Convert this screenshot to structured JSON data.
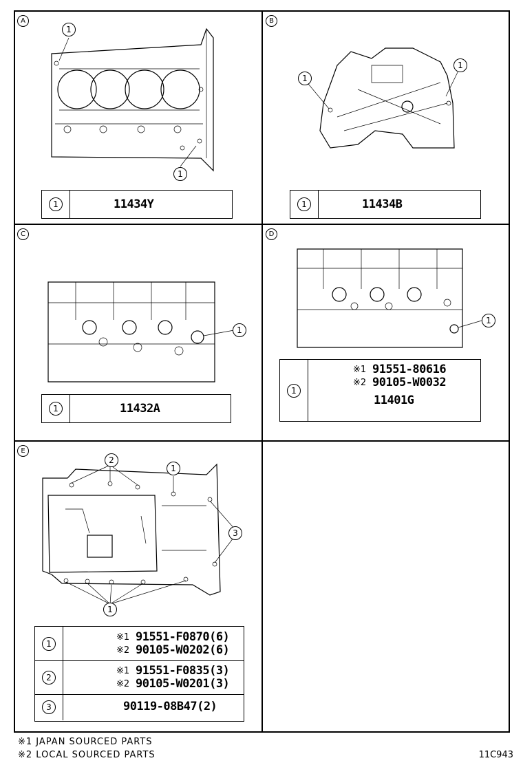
{
  "panels": {
    "A": {
      "letter": "A",
      "callout": "1",
      "part": "11434Y"
    },
    "B": {
      "letter": "B",
      "callout": "1",
      "part": "11434B"
    },
    "C": {
      "letter": "C",
      "callout": "1",
      "part": "11432A"
    },
    "D": {
      "letter": "D",
      "callout": "1",
      "mark1": "※1",
      "part1": "91551-80616",
      "mark2": "※2",
      "part2": "90105-W0032",
      "part3": "11401G"
    },
    "E": {
      "letter": "E",
      "callouts": [
        "1",
        "2",
        "3"
      ],
      "rows": [
        {
          "callout": "1",
          "mark1": "※1",
          "part1": "91551-F0870(6)",
          "mark2": "※2",
          "part2": "90105-W0202(6)"
        },
        {
          "callout": "2",
          "mark1": "※1",
          "part1": "91551-F0835(3)",
          "mark2": "※2",
          "part2": "90105-W0201(3)"
        },
        {
          "callout": "3",
          "part1": "90119-08B47(2)"
        }
      ]
    }
  },
  "notes": [
    "※1 JAPAN SOURCED PARTS",
    "※2 LOCAL SOURCED PARTS"
  ],
  "diagram_code": "11C943"
}
